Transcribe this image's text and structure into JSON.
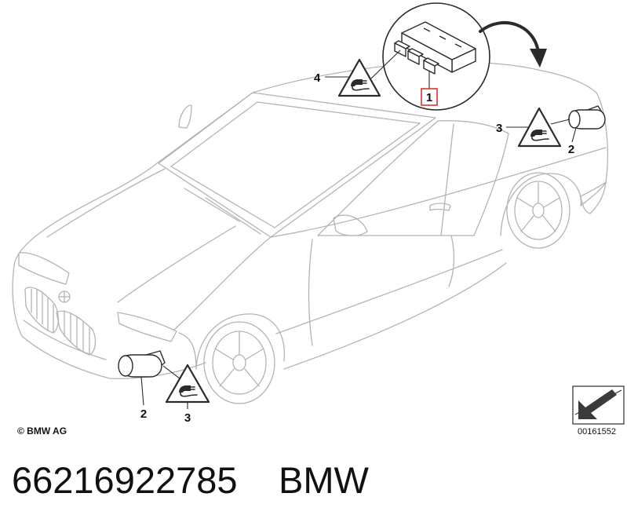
{
  "diagram": {
    "callouts": {
      "control_unit": "1",
      "sensor_front": "2",
      "sensor_rear": "2",
      "symbol_front": "3",
      "symbol_rear": "3",
      "symbol_roof": "4"
    },
    "copyright": "© BMW AG",
    "figure_id": "00161552"
  },
  "caption": {
    "part_number": "66216922785",
    "brand": "BMW"
  },
  "icons": {
    "symbols": "warning-triangle-icon",
    "orientation": "direction-arrow-icon",
    "zoom": "curved-arrow-icon"
  },
  "colors": {
    "car_line": "#b4b4b4",
    "part_line": "#2b2b2b",
    "callout_highlight": "#e0312f",
    "text": "#111111"
  }
}
